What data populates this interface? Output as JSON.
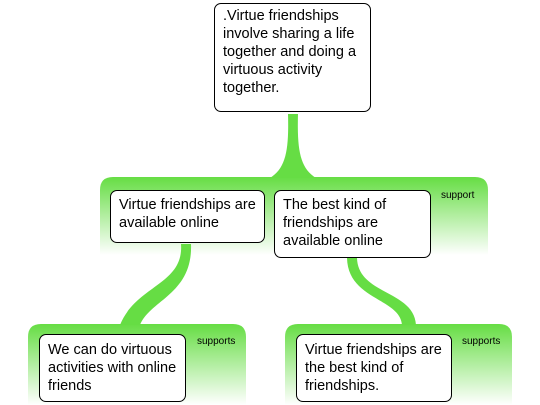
{
  "colors": {
    "connector": "#66dd44",
    "band_top": "#66dd44",
    "band_bottom": "#ffffff",
    "box_border": "#000000",
    "box_fill": "#ffffff"
  },
  "root": {
    "text": ".Virtue friendships involve sharing a life together and doing a virtuous activity together."
  },
  "level1": {
    "relation": "support",
    "left": {
      "text": "Virtue friendships are available online"
    },
    "right": {
      "text": "The best kind of friendships are available online"
    }
  },
  "level2_left": {
    "relation": "supports",
    "node": {
      "text": "We can do virtuous activities with online friends"
    }
  },
  "level2_right": {
    "relation": "supports",
    "node": {
      "text": "Virtue friendships are the best kind of friendships."
    }
  }
}
